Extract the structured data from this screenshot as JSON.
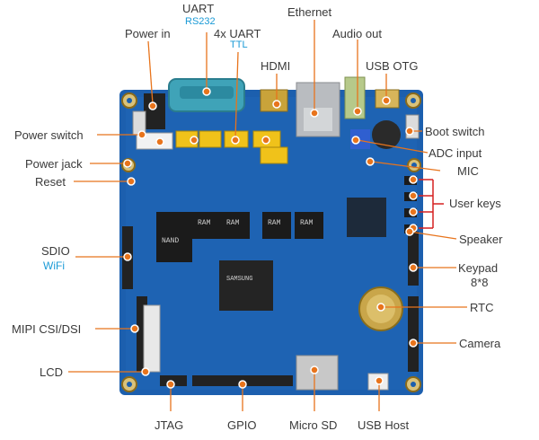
{
  "labels": {
    "uart": "UART",
    "uart_sub": "RS232",
    "power_in": "Power in",
    "uart4x": "4x UART",
    "uart4x_sub": "TTL",
    "ethernet": "Ethernet",
    "audio_out": "Audio out",
    "hdmi": "HDMI",
    "usb_otg": "USB OTG",
    "power_switch": "Power switch",
    "boot_switch": "Boot switch",
    "adc_input": "ADC input",
    "power_jack": "Power jack",
    "mic": "MIC",
    "reset": "Reset",
    "user_keys": "User keys",
    "speaker": "Speaker",
    "sdio": "SDIO",
    "sdio_sub": "WiFi",
    "keypad": "Keypad",
    "keypad_sub": "8*8",
    "rtc": "RTC",
    "mipi": "MIPI CSI/DSI",
    "camera": "Camera",
    "lcd": "LCD",
    "jtag": "JTAG",
    "gpio": "GPIO",
    "micro_sd": "Micro SD",
    "usb_host": "USB Host"
  },
  "chips": {
    "nand": "NAND",
    "ram1": "RAM",
    "ram2": "RAM",
    "ram3": "RAM",
    "ram4": "RAM",
    "soc": "SAMSUNG"
  },
  "colors": {
    "pcb": "#1c5fae",
    "pcb_dark": "#144a8c",
    "callout_line": "#e8741c",
    "callout_dot": "#e8741c",
    "key_bracket": "#d62020",
    "label_text": "#3a3a3a",
    "sub_text": "#1a9ad6"
  }
}
